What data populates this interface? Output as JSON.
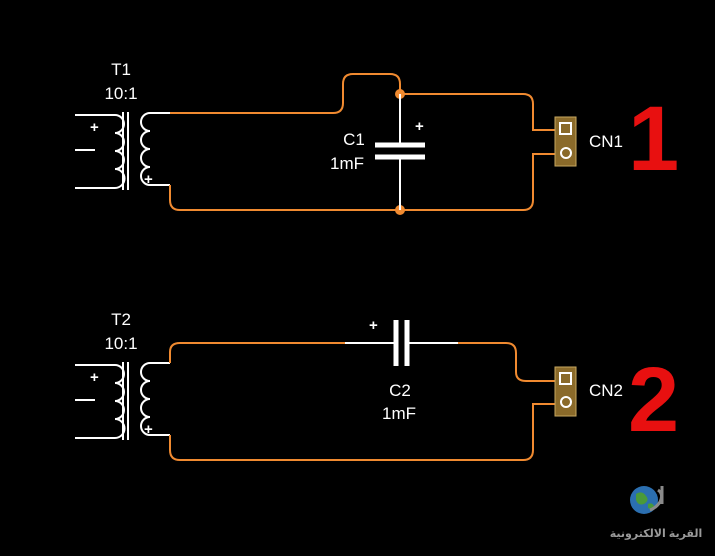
{
  "circuit1": {
    "transformer": {
      "name": "T1",
      "ratio": "10:1",
      "plus_primary": "+",
      "plus_secondary": "+"
    },
    "capacitor": {
      "name": "C1",
      "value": "1mF",
      "polarity": "+"
    },
    "connector": {
      "name": "CN1"
    },
    "number": "1"
  },
  "circuit2": {
    "transformer": {
      "name": "T2",
      "ratio": "10:1",
      "plus_primary": "+",
      "plus_secondary": "+"
    },
    "capacitor": {
      "name": "C2",
      "value": "1mF",
      "polarity": "+"
    },
    "connector": {
      "name": "CN2"
    },
    "number": "2"
  },
  "watermark": {
    "text": "القرية الالكترونية",
    "icon": "globe-icon"
  },
  "colors": {
    "background": "#000000",
    "wire": "#f08a30",
    "component": "#ffffff",
    "connector": "#8a6a2a",
    "number": "#e81010"
  }
}
